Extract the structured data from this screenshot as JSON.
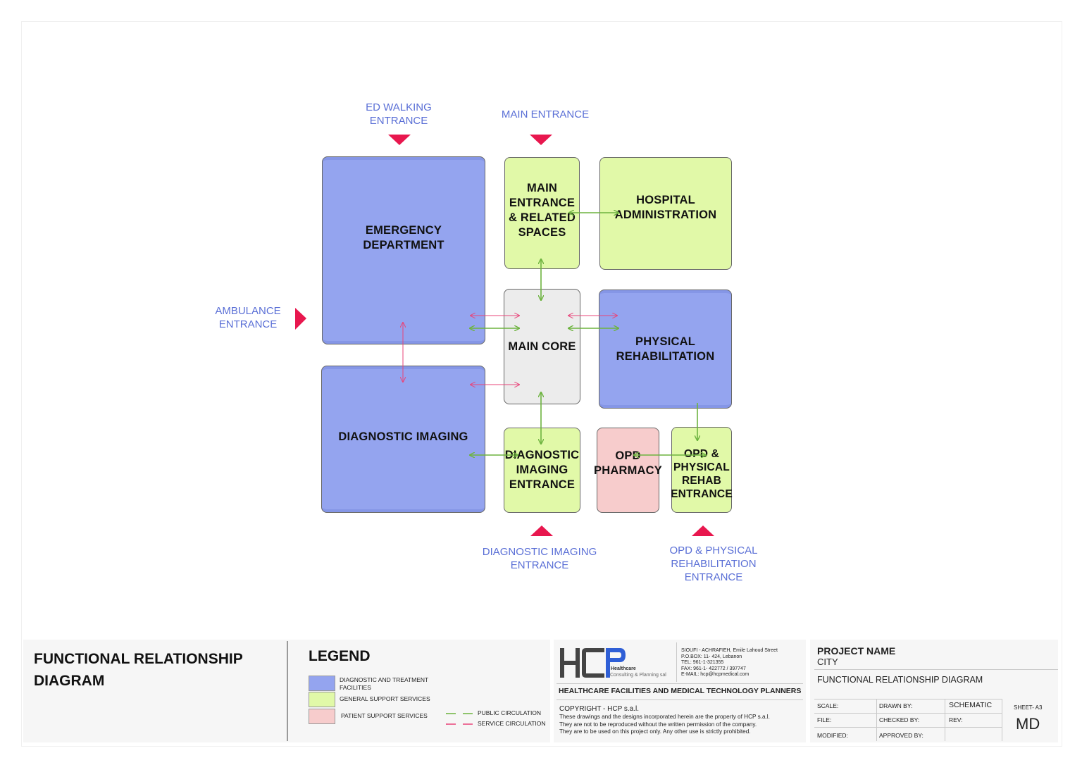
{
  "blocks": {
    "emergency": "EMERGENCY\nDEPARTMENT",
    "diag_imaging": "DIAGNOSTIC IMAGING",
    "main_entrance": "MAIN\nENTRANCE\n& RELATED\nSPACES",
    "hospital_admin": "HOSPITAL\nADMINISTRATION",
    "main_core": "MAIN CORE",
    "physical_rehab": "PHYSICAL\nREHABILITATION",
    "diag_imaging_entrance": "DIAGNOSTIC\nIMAGING\nENTRANCE",
    "opd_pharmacy": "OPD\nPHARMACY",
    "opd_rehab_entrance": "OPD &\nPHYSICAL\nREHAB\nENTRANCE"
  },
  "entrances": {
    "ed_walking": "ED WALKING\nENTRANCE",
    "main": "MAIN ENTRANCE",
    "ambulance": "AMBULANCE\nENTRANCE",
    "diag_imaging": "DIAGNOSTIC IMAGING\nENTRANCE",
    "opd_rehab": "OPD & PHYSICAL\nREHABILITATION\nENTRANCE"
  },
  "title_block": {
    "drawing_title": "FUNCTIONAL RELATIONSHIP\nDIAGRAM",
    "legend": {
      "heading": "LEGEND",
      "items": [
        "DIAGNOSTIC AND TREATMENT\nFACILITIES",
        "GENERAL SUPPORT SERVICES",
        "PATIENT SUPPORT SERVICES"
      ],
      "lines": [
        "PUBLIC CIRCULATION",
        "SERVICE CIRCULATION"
      ]
    },
    "company": {
      "logo_sub1": "Healthcare",
      "logo_sub2": "Consulting & Planning sal",
      "address": "SIOUFI -  ACHRAFIEH, Emile  Lahoud Street\nP.O.BOX: 11- 424, Lebanon\nTEL: 961-1-321355\nFAX: 961-1- 422772 / 397747\nE-MAIL: hcp@hcpmedical.com",
      "tagline": "HEALTHCARE  FACILITIES AND  MEDICAL TECHNOLOGY PLANNERS",
      "copyright_head": "COPYRIGHT - HCP s.a.l.",
      "copyright_text": "These drawings and the designs incorporated herein are the property of HCP s.a.l.\nThey are not to be reproduced without the written permission of the company.\nThey are to be used on this project only. Any other use is strictly prohibited."
    },
    "project": {
      "label": "PROJECT NAME",
      "name": "CITY",
      "drawing": "FUNCTIONAL RELATIONSHIP DIAGRAM",
      "scale": "SCALE:",
      "drawn_by": "DRAWN BY:",
      "stage": "SCHEMATIC",
      "file": "FILE:",
      "checked_by": "CHECKED BY:",
      "rev": "REV:",
      "modified": "MODIFIED:",
      "approved_by": "APPROVED BY:",
      "sheet": "SHEET- A3",
      "code": "MD"
    }
  },
  "colors": {
    "diagnostic_treatment": "#94a4ef",
    "general_support": "#e1f9a8",
    "patient_support": "#f7cccc",
    "core": "#ececec",
    "public_circulation": "#6db33f",
    "service_circulation": "#e8457a",
    "entrance_marker": "#e8174e",
    "entrance_text": "#5a6fd6"
  }
}
